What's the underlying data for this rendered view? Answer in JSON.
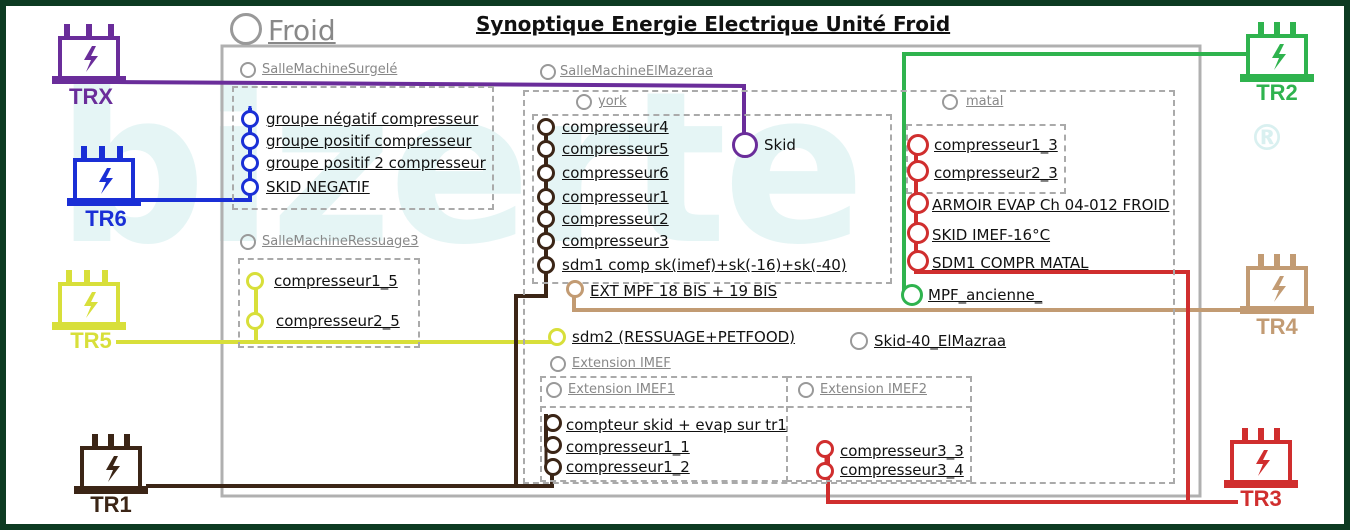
{
  "page": {
    "title": "Synoptique Energie Electrique Unité Froid",
    "root_label": "Froid",
    "watermark": "bizerte",
    "registered_mark": "®"
  },
  "colors": {
    "trx": "#6a2d9a",
    "tr6": "#1a2fd6",
    "tr5": "#d8df3a",
    "tr1": "#3b2516",
    "tr2": "#2fb34e",
    "tr3": "#d02e2e",
    "tr4": "#c29b73",
    "frame": "#b0b0b0",
    "dashed": "#aaaaaa"
  },
  "transformers": {
    "trx": {
      "label": "TRX",
      "icon": "transformer-icon"
    },
    "tr6": {
      "label": "TR6",
      "icon": "transformer-icon"
    },
    "tr5": {
      "label": "TR5",
      "icon": "transformer-icon"
    },
    "tr1": {
      "label": "TR1",
      "icon": "transformer-icon"
    },
    "tr2": {
      "label": "TR2",
      "icon": "transformer-icon"
    },
    "tr4": {
      "label": "TR4",
      "icon": "transformer-icon"
    },
    "tr3": {
      "label": "TR3",
      "icon": "transformer-icon"
    }
  },
  "groups": {
    "surgele": {
      "label": "SalleMachineSurgelé"
    },
    "ressuage": {
      "label": "SalleMachineRessuage3"
    },
    "elmazeraa": {
      "label": "SalleMachineElMazeraa"
    },
    "york": {
      "label": "york"
    },
    "matal": {
      "label": "matal"
    },
    "extension": {
      "label": "Extension IMEF"
    },
    "extension1": {
      "label": "Extension IMEF1"
    },
    "extension2": {
      "label": "Extension IMEF2"
    },
    "skid40": {
      "label": "Skid-40_ElMazraa"
    }
  },
  "items": {
    "surgele": [
      "groupe négatif compresseur",
      "groupe positif compresseur",
      "groupe positif 2 compresseur",
      "SKID NEGATIF"
    ],
    "skid": "Skid",
    "ressuage": [
      "compresseur1_5",
      "compresseur2_5"
    ],
    "york": [
      "compresseur4",
      "compresseur5",
      "compresseur6",
      "compresseur1",
      "compresseur2",
      "compresseur3",
      "sdm1 comp sk(imef)+sk(-16)+sk(-40)"
    ],
    "ext_mpf": "EXT MPF 18 BIS + 19 BIS",
    "sdm2": "sdm2 (RESSUAGE+PETFOOD)",
    "matal_inner": [
      "compresseur1_3",
      "compresseur2_3"
    ],
    "matal_outer": [
      "ARMOIR EVAP Ch 04-012 FROID",
      "SKID IMEF-16°C",
      "SDM1 COMPR MATAL"
    ],
    "mpf_ancienne": "MPF_ancienne_",
    "extension1": [
      "compteur skid + evap sur tr1",
      "compresseur1_1",
      "compresseur1_2"
    ],
    "extension2": [
      "compresseur3_3",
      "compresseur3_4"
    ]
  }
}
